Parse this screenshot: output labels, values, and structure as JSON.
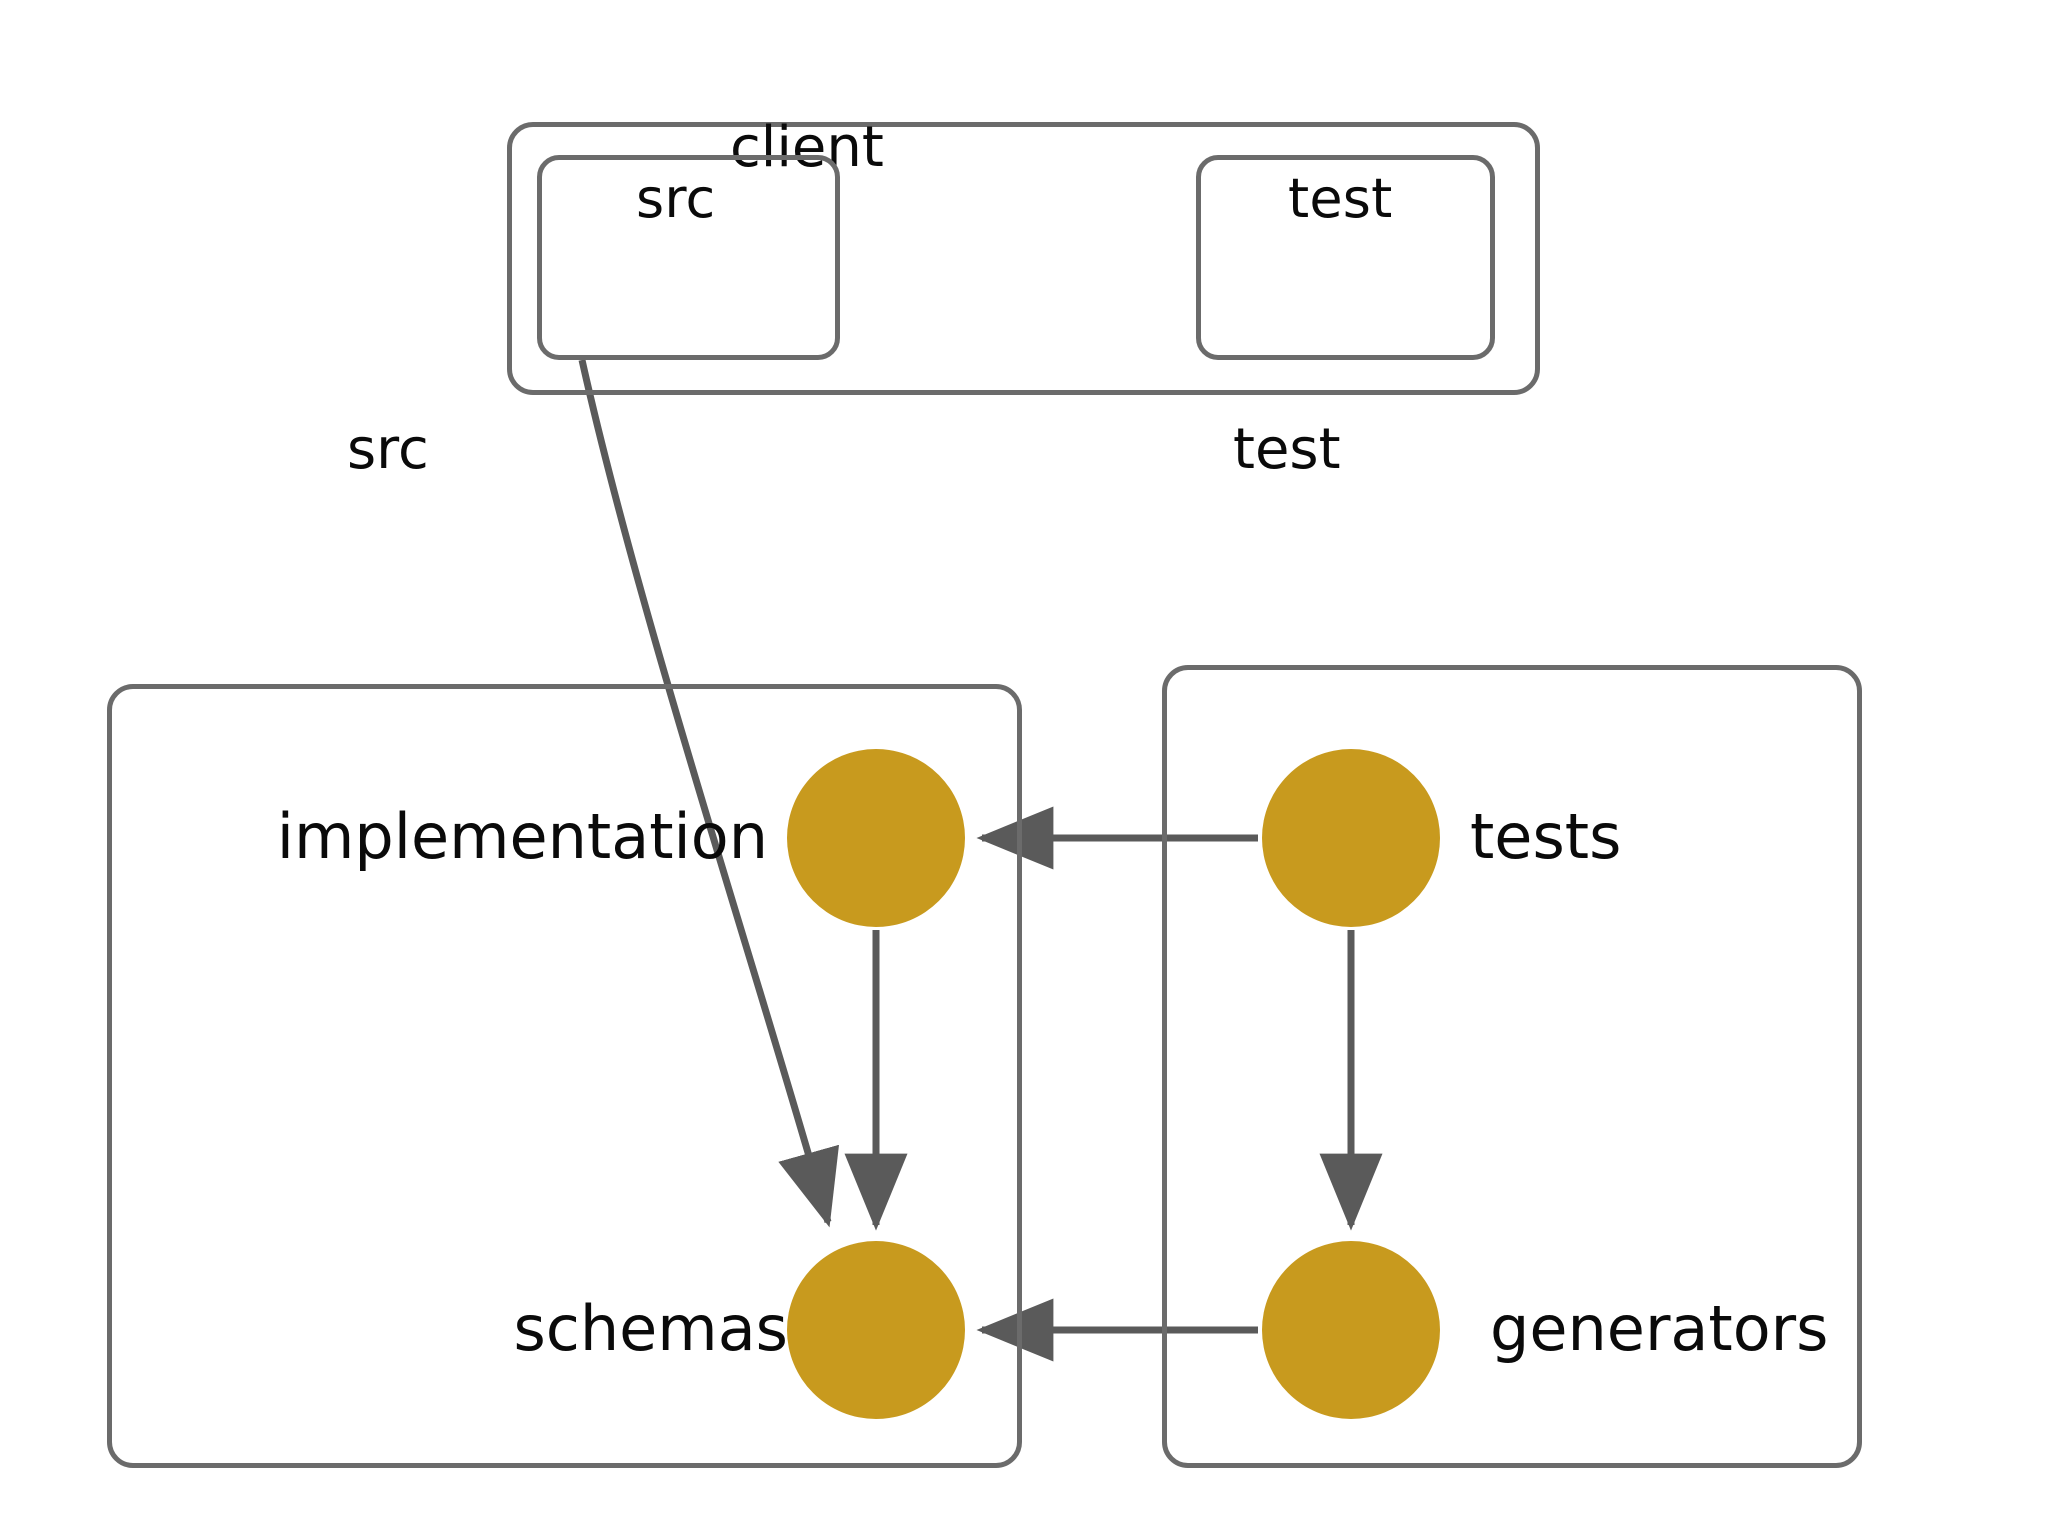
{
  "diagram": {
    "type": "dependency-graph",
    "background_color": "#ffffff",
    "node_color": "#c89a1e",
    "edge_color": "#5a5a5a",
    "border_color": "#6b6b6b",
    "text_color": "#0a0a0a"
  },
  "client_group": {
    "title": "client",
    "boxes": [
      {
        "label": "src"
      },
      {
        "label": "test"
      }
    ]
  },
  "src_group": {
    "title": "src",
    "nodes": [
      {
        "label": "implementation"
      },
      {
        "label": "schemas"
      }
    ]
  },
  "test_group": {
    "title": "test",
    "nodes": [
      {
        "label": "tests"
      },
      {
        "label": "generators"
      }
    ]
  },
  "edges": [
    {
      "from": "client.src",
      "to": "schemas",
      "style": "curved-arrow"
    },
    {
      "from": "implementation",
      "to": "schemas",
      "style": "straight-arrow"
    },
    {
      "from": "tests",
      "to": "implementation",
      "style": "straight-arrow"
    },
    {
      "from": "tests",
      "to": "generators",
      "style": "straight-arrow"
    },
    {
      "from": "generators",
      "to": "schemas",
      "style": "straight-arrow"
    }
  ]
}
